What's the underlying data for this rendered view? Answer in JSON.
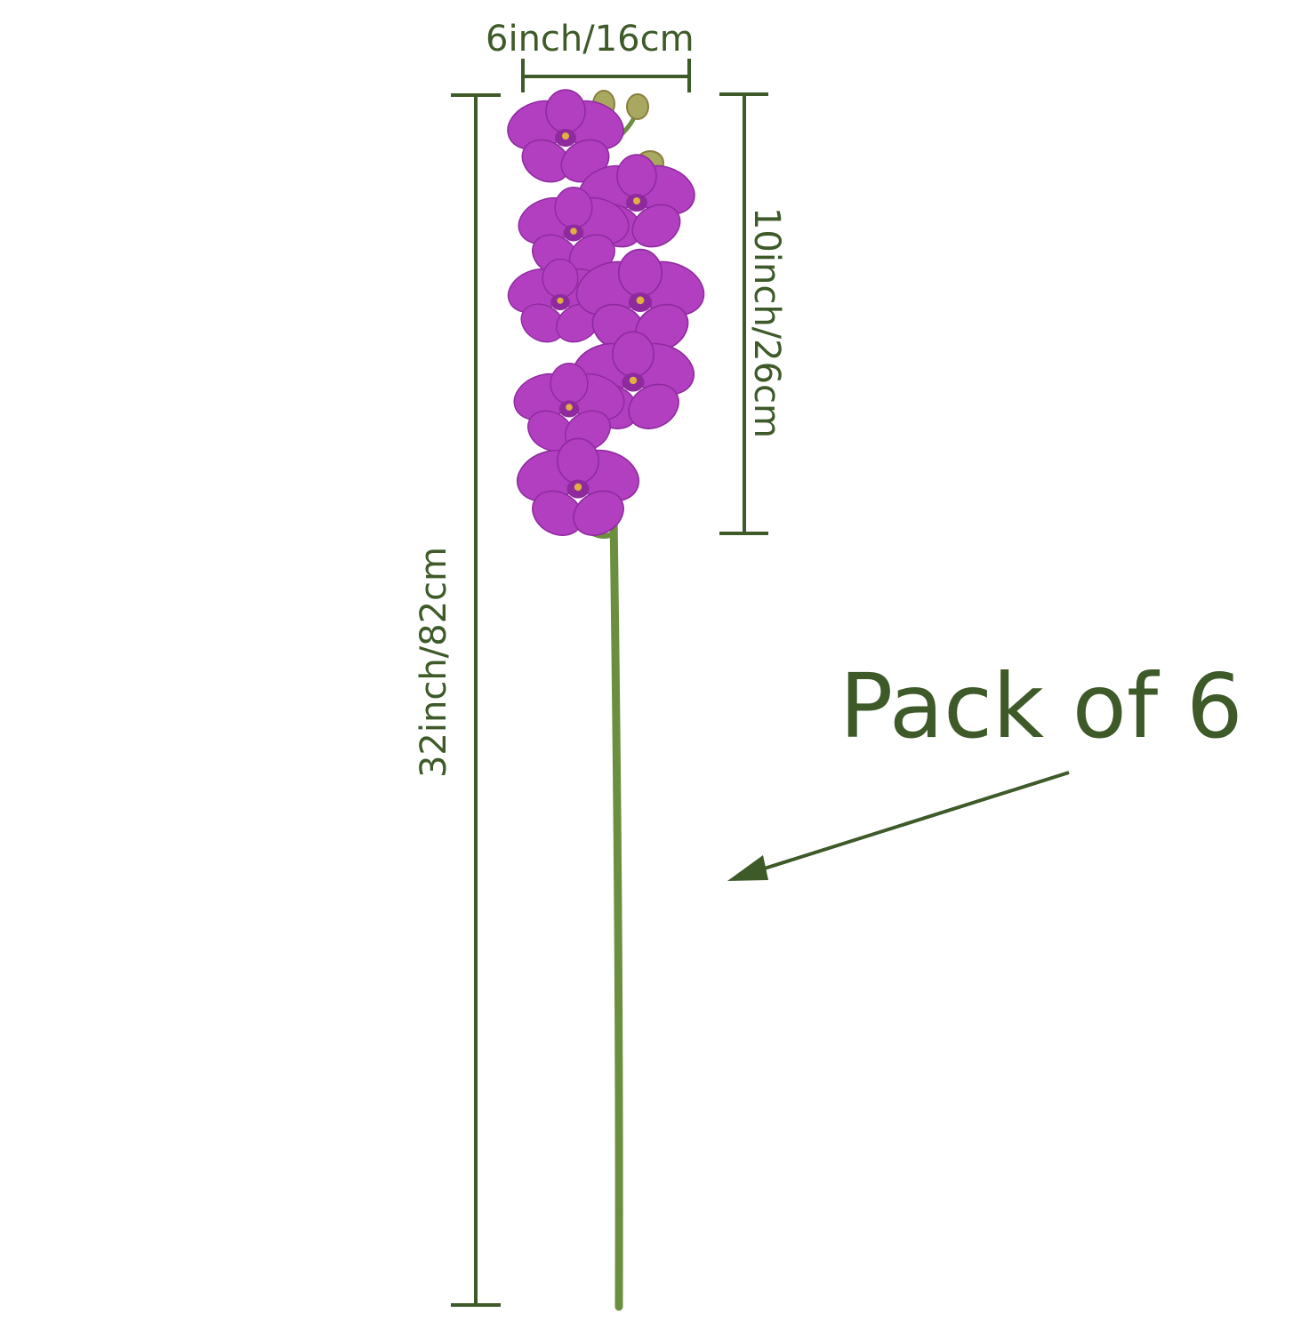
{
  "dimensions": {
    "width_label": "6inch/16cm",
    "flower_head_label": "10inch/26cm",
    "total_length_label": "32inch/82cm"
  },
  "promo": {
    "pack_label": "Pack of 6"
  },
  "colors": {
    "annotation_green": "#3d5a28",
    "petal_purple": "#b13fc0",
    "petal_dark": "#8f2a9e",
    "stem_green": "#6b8f3e",
    "bud_color": "#a8a860"
  }
}
